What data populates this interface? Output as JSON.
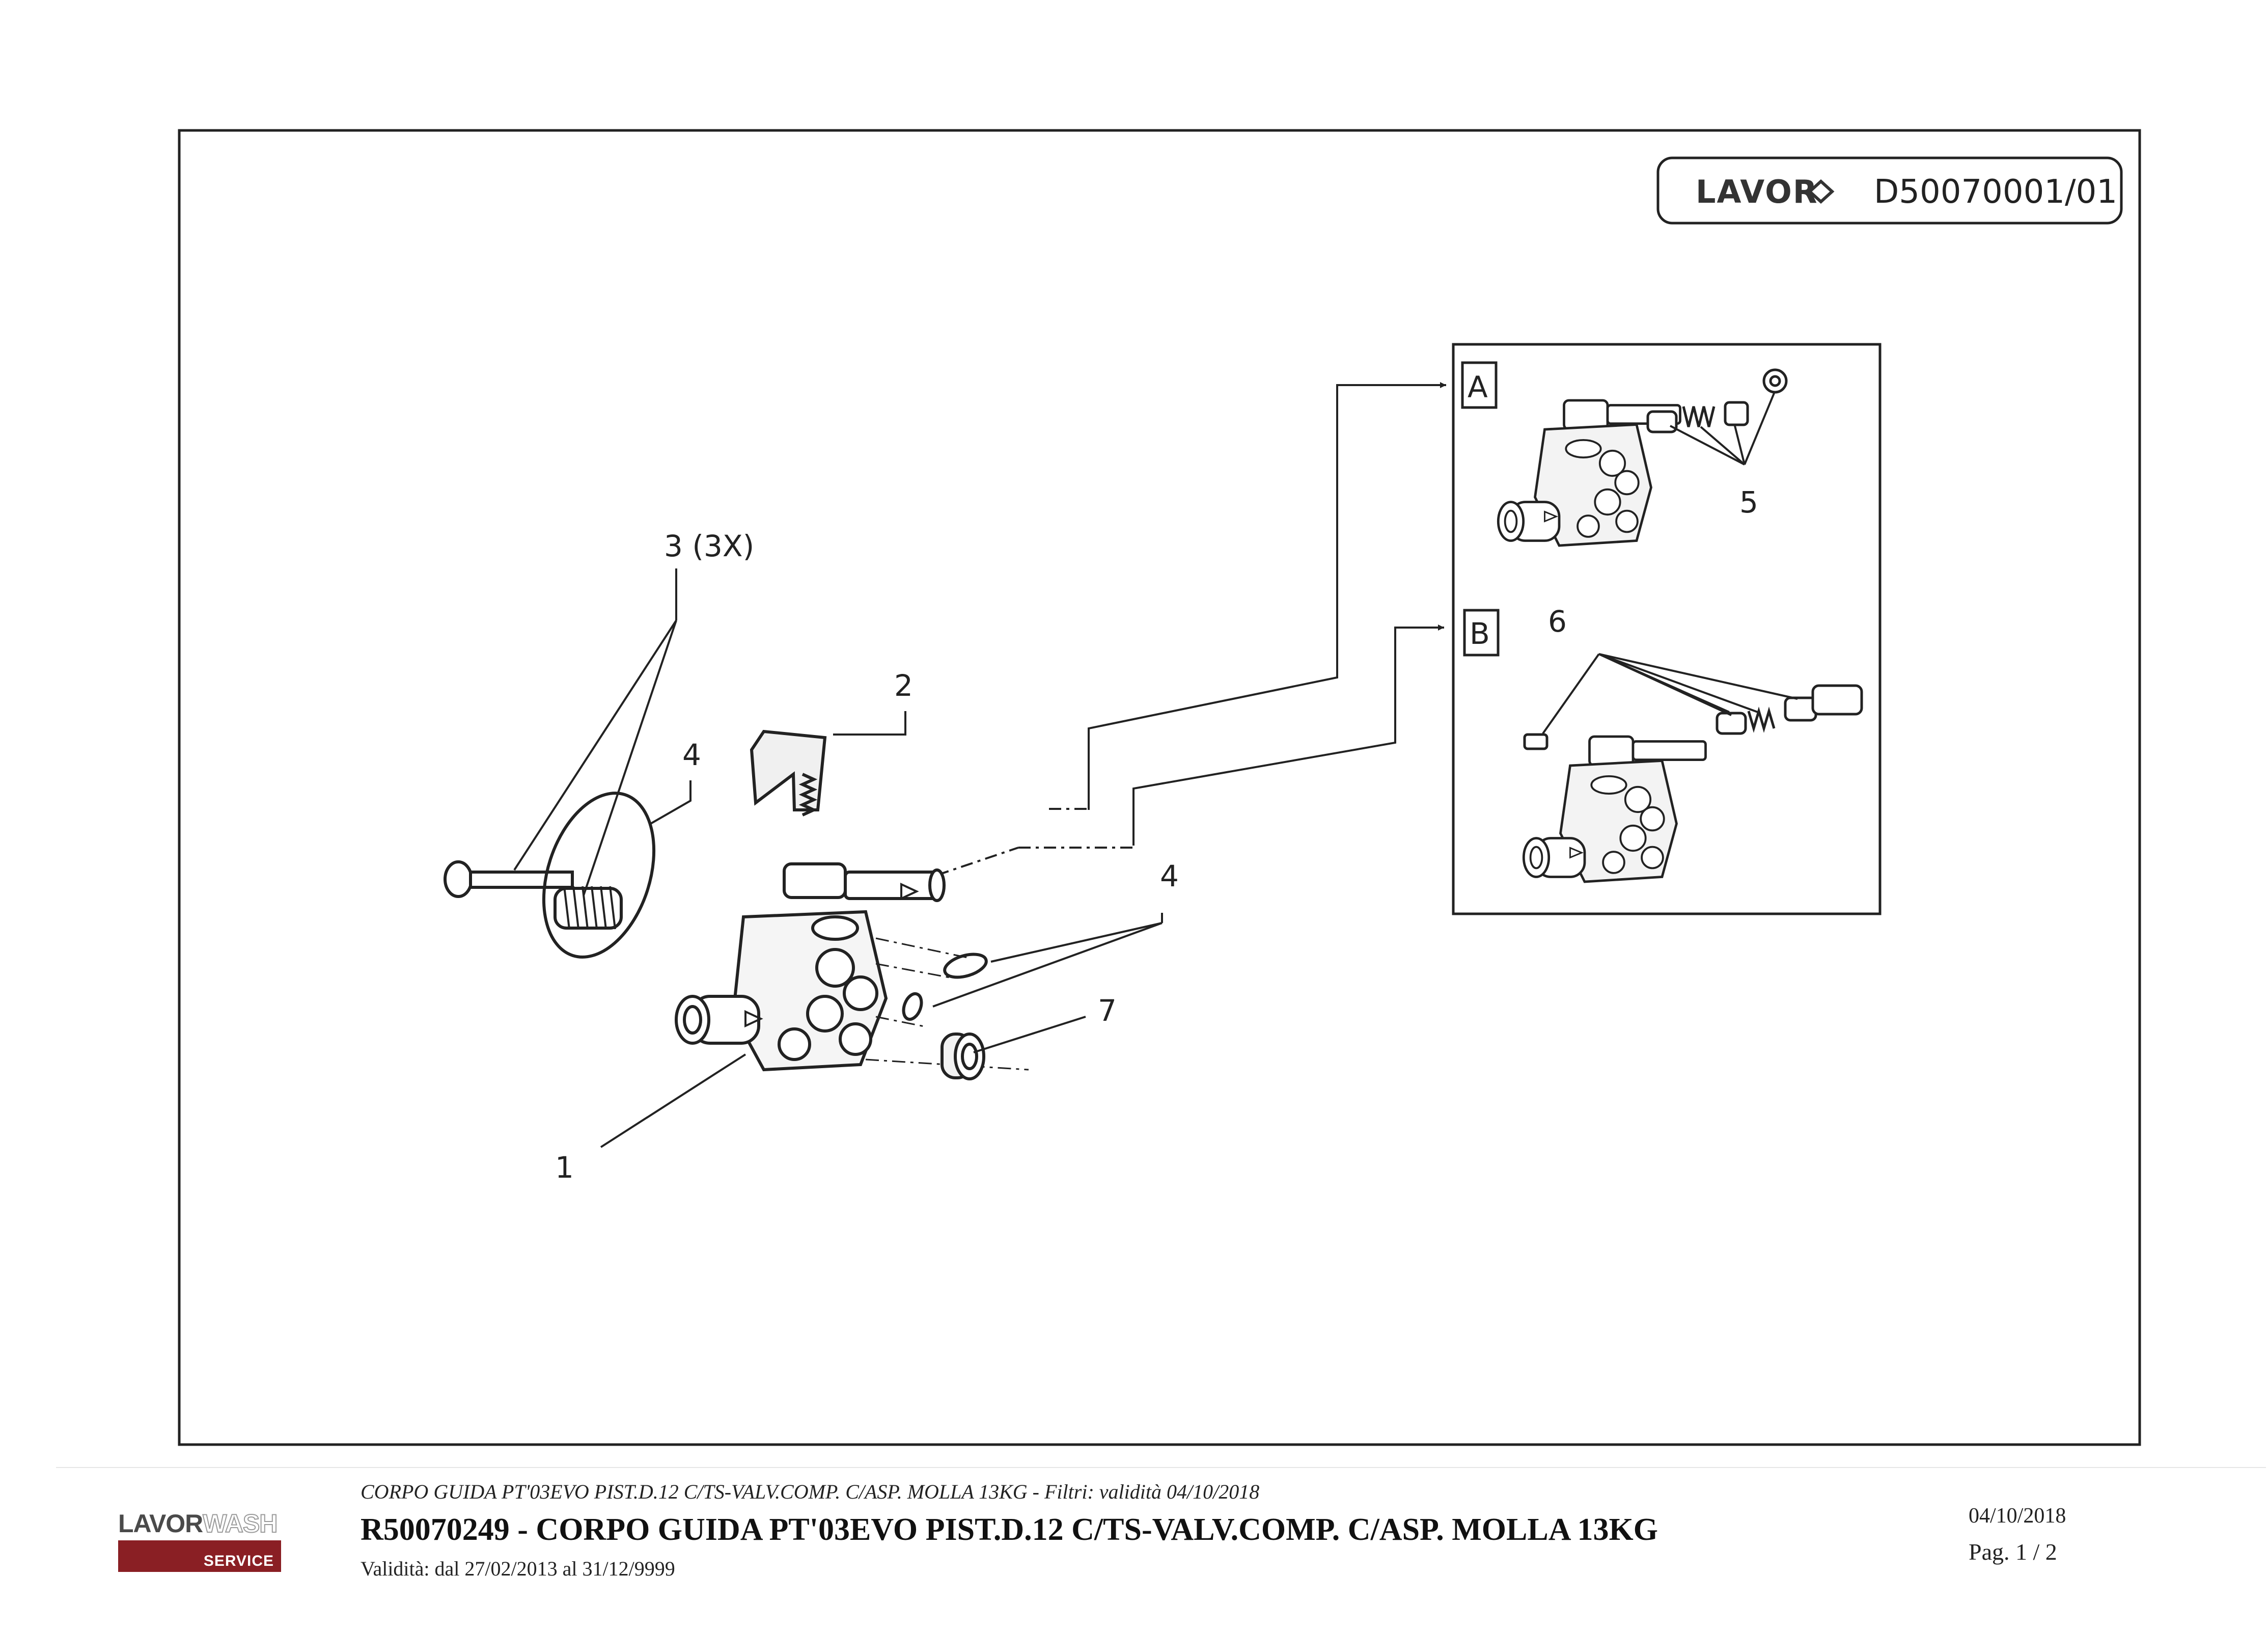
{
  "header": {
    "brand": "LAVOR",
    "drawing_code": "D50070001/01"
  },
  "diagram": {
    "detail_a_label": "A",
    "detail_b_label": "B",
    "callouts": {
      "c1": "1",
      "c2": "2",
      "c3": "3 (3X)",
      "c4_left": "4",
      "c4_right": "4",
      "c5": "5",
      "c6": "6",
      "c7": "7"
    }
  },
  "footer": {
    "logo_lavor": "LAVOR",
    "logo_wash": "WASH",
    "logo_service": "SERVICE",
    "subtitle": "CORPO GUIDA PT'03EVO PIST.D.12 C/TS-VALV.COMP. C/ASP. MOLLA 13KG - Filtri: validità 04/10/2018",
    "title": "R50070249 - CORPO GUIDA PT'03EVO PIST.D.12 C/TS-VALV.COMP. C/ASP. MOLLA 13KG",
    "validity": "Validità: dal 27/02/2013 al 31/12/9999",
    "date": "04/10/2018",
    "page": "Pag. 1 / 2"
  }
}
